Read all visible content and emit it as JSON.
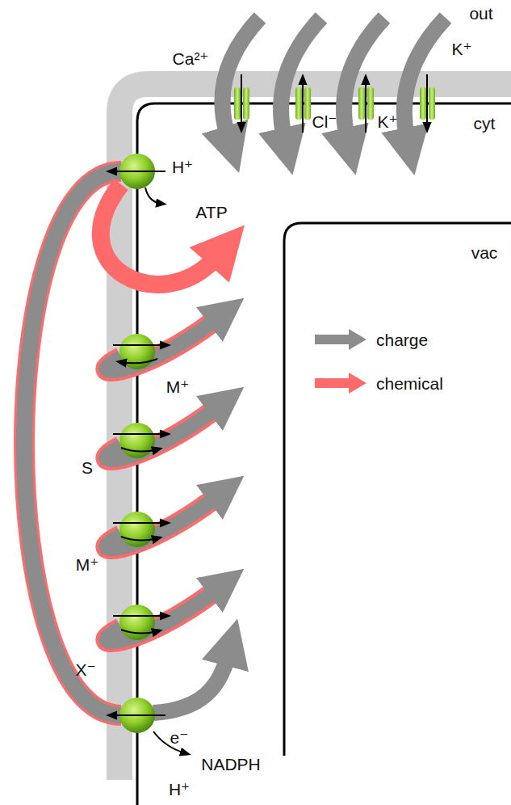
{
  "diagram": {
    "labels": [
      "out",
      "Ca²⁺",
      "K⁺",
      "Cl⁻",
      "K⁺",
      "cyt",
      "H⁺",
      "ATP",
      "vac",
      "M⁺",
      "S",
      "M⁺",
      "X⁻",
      "e⁻",
      "NADPH",
      "H⁺"
    ],
    "legend": [
      {
        "text": "charge",
        "color": "#8c8c8c"
      },
      {
        "text": "chemical",
        "color": "#ff6b6b"
      }
    ]
  }
}
